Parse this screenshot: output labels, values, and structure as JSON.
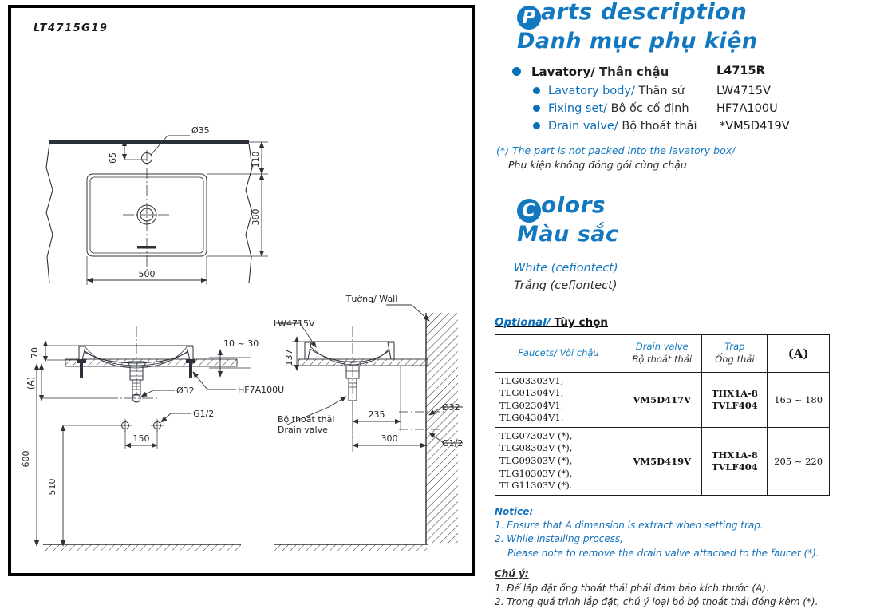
{
  "drawing": {
    "model_code": "LT4715G19",
    "top_view": {
      "dim_diameter_top": "Ø35",
      "dim_65": "65",
      "dim_110": "110",
      "dim_380": "380",
      "dim_500": "500"
    },
    "front_section": {
      "dim_70": "70",
      "dim_A": "(A)",
      "dim_10_30": "10 ~ 30",
      "label_fixing_set": "HF7A100U",
      "dim_d32": "Ø32",
      "label_g12": "G1/2",
      "dim_150": "150",
      "dim_600": "600",
      "dim_510": "510"
    },
    "side_section": {
      "label_wall_en": "Tường/ Wall",
      "label_body": "LW4715V",
      "dim_137": "137",
      "label_drain_vn": "Bộ thoát thải",
      "label_drain_en": "Drain valve",
      "dim_235": "235",
      "dim_300": "300",
      "dim_d32": "Ø32",
      "label_g12": "G1/2"
    }
  },
  "parts": {
    "title_en": "Parts description",
    "title_en_cap": "P",
    "title_en_rest": "arts description",
    "title_vn": "Danh mục phụ kiện",
    "items": [
      {
        "en": "Lavatory/",
        "vn": " Thân chậu",
        "code": "L4715R",
        "level": 0
      },
      {
        "en": "Lavatory body/",
        "vn": " Thân sứ",
        "code": "LW4715V",
        "level": 1
      },
      {
        "en": "Fixing set/",
        "vn": " Bộ ốc cố định",
        "code": "HF7A100U",
        "level": 1
      },
      {
        "en": "Drain valve/",
        "vn": " Bộ thoát thải",
        "code": "*VM5D419V",
        "level": 1
      }
    ],
    "footnote_en": "(*) The part is not packed into the lavatory box/",
    "footnote_vn": "Phụ kiện không đóng gói cùng chậu"
  },
  "colors": {
    "title_cap": "C",
    "title_rest": "olors",
    "title_vn": "Màu sắc",
    "value_en": "White (cefiontect)",
    "value_vn": "Trắng (cefiontect)"
  },
  "optional": {
    "heading_en": "Optional/",
    "heading_vn": " Tùy chọn",
    "headers": {
      "faucets_en": "Faucets/ Vòi chậu",
      "drain_en": "Drain valve",
      "drain_vn": "Bộ thoát thải",
      "trap_en": "Trap",
      "trap_vn": "Ống thải",
      "a": "(A)"
    },
    "rows": [
      {
        "faucets": "TLG03303V1, TLG01304V1,\nTLG02304V1, TLG04304V1.",
        "drain": "VM5D417V",
        "trap": "THX1A-8\nTVLF404",
        "a": "165 ~ 180"
      },
      {
        "faucets": "TLG07303V (*), TLG08303V (*),\nTLG09303V (*), TLG10303V (*),\nTLG11303V (*).",
        "drain": "VM5D419V",
        "trap": "THX1A-8\nTVLF404",
        "a": "205 ~ 220"
      }
    ]
  },
  "notice": {
    "title_en": "Notice:",
    "en_1": "1. Ensure that A dimension is extract when setting trap.",
    "en_2": "2. While installing process,",
    "en_2b": "Please note to remove the drain valve attached to the faucet  (*).",
    "title_vn": "Chú ý:",
    "vn_1": "1. Để lắp đặt ống thoát thải phải đảm bảo kích thước (A).",
    "vn_2": "2. Trong quá trình lắp đặt, chú ý loại bỏ bộ thoát thải đóng kèm (*)."
  },
  "theme": {
    "brand_blue": "#1278bf",
    "list_blue": "#0d6eb8",
    "ink": "#1a1a1a",
    "line": "#2c3038"
  }
}
